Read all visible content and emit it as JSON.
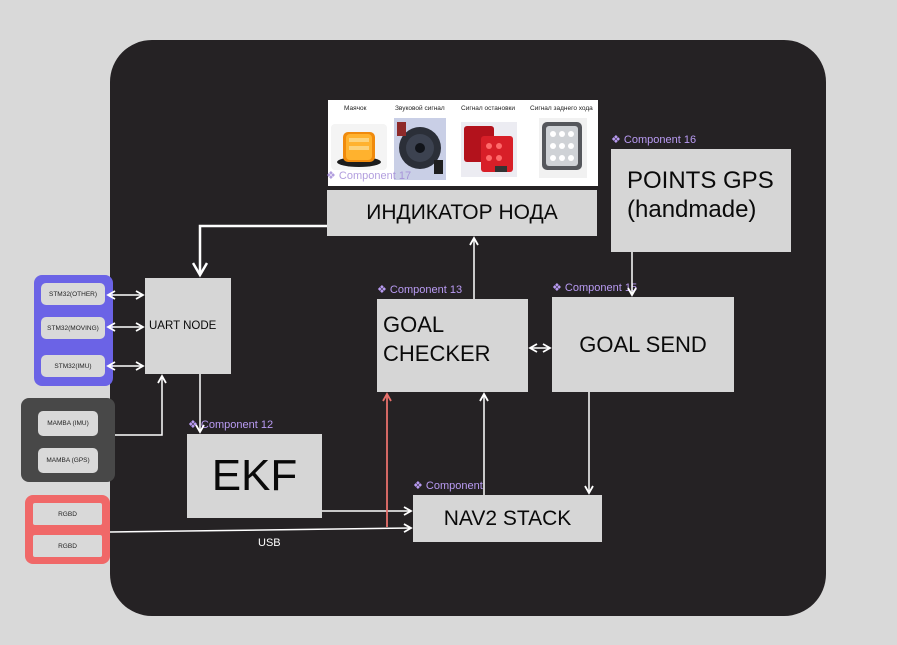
{
  "indicator_panel": {
    "labels": [
      "Маячок",
      "Звуковой сигнал",
      "Сигнал остановки",
      "Сигнал заднего хода"
    ],
    "icons": [
      "orange-beacon-icon",
      "speaker-horn-icon",
      "red-stop-lights-icon",
      "reverse-light-icon"
    ]
  },
  "components": {
    "c17": "❖ Component 17",
    "c16": "❖ Component 16",
    "c13": "❖ Component 13",
    "c15": "❖ Component 15",
    "c12": "❖ Component 12",
    "c_nav": "❖ Component"
  },
  "blocks": {
    "indicator": "ИНДИКАТОР НОДА",
    "points_gps_line1": "POINTS GPS",
    "points_gps_line2": "(handmade)",
    "uart": "UART NODE",
    "goal_checker_line1": "GOAL",
    "goal_checker_line2": "CHECKER",
    "goal_send": "GOAL SEND",
    "ekf": "EKF",
    "nav2": "NAV2 STACK"
  },
  "stm_group": [
    "STM32(OTHER)",
    "STM32(MOVING)",
    "STM32(IMU)"
  ],
  "mamba_group": [
    "MAMBA (IMU)",
    "MAMBA (GPS)"
  ],
  "rgbd_group": [
    "RGBD",
    "RGBD"
  ],
  "usb_label": "USB",
  "colors": {
    "background": "#d9d9d9",
    "canvas": "#252224",
    "block": "#d6d6d6",
    "stm_group": "#6b63e6",
    "mamba_group": "#484848",
    "rgbd_group": "#f06868",
    "component_label": "#b99bf3",
    "red_arrow": "#e8706b"
  }
}
